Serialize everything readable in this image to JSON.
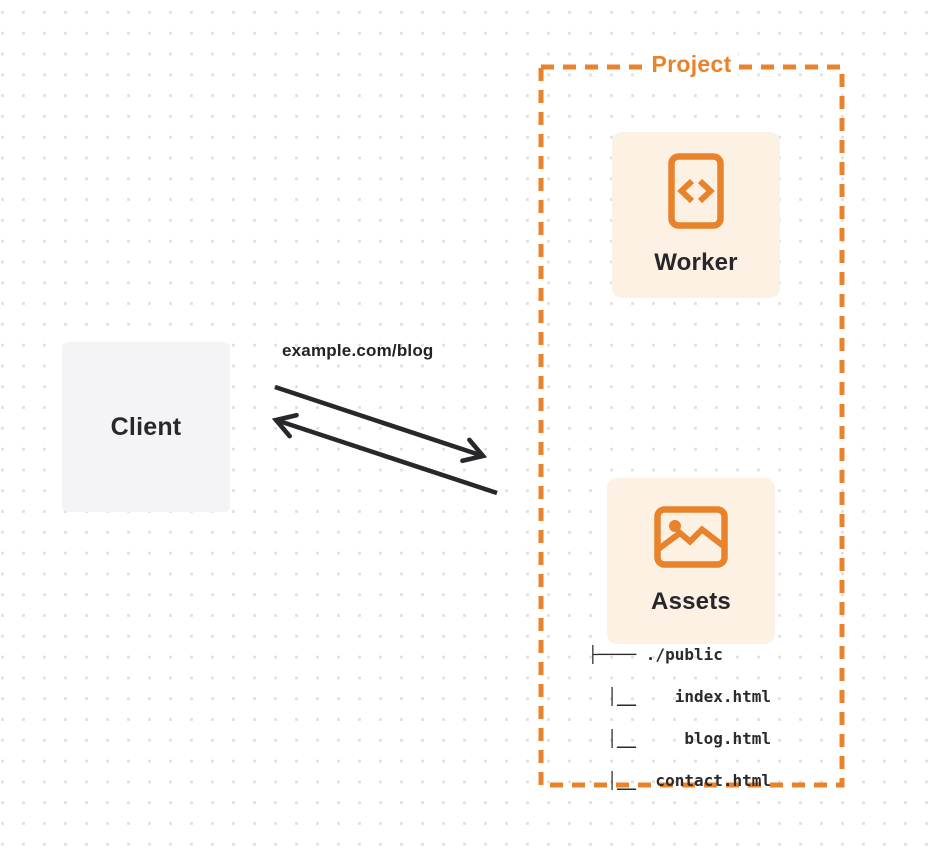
{
  "diagram": {
    "client": {
      "label": "Client"
    },
    "request_label": "example.com/blog",
    "project": {
      "title": "Project",
      "worker": {
        "label": "Worker",
        "icon": "code-document-icon"
      },
      "assets": {
        "label": "Assets",
        "icon": "image-icon"
      },
      "file_tree": {
        "line1": "├──── ./public",
        "line2": "  │__    index.html",
        "line3": "  │__     blog.html",
        "line4": "  │__  contact.html"
      }
    },
    "colors": {
      "accent_orange": "#e8822b",
      "card_background": "#fdf1e4",
      "client_background": "#f4f4f6",
      "ink": "#28272c",
      "dot_grid": "#e0e0e0"
    }
  }
}
